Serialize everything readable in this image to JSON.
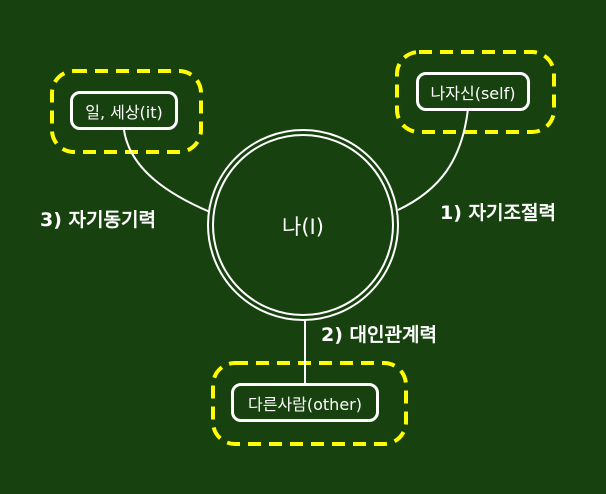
{
  "center": {
    "label": "나(I)"
  },
  "nodes": {
    "self": {
      "label": "나자신(self)"
    },
    "world": {
      "label": "일, 세상(it)"
    },
    "other": {
      "label": "다른사람(other)"
    }
  },
  "relations": {
    "self_control": "1) 자기조절력",
    "interpersonal": "2) 대인관계력",
    "motivation": "3) 자기동기력"
  },
  "colors": {
    "background": "#17420f",
    "highlight_dash": "#ffff00",
    "line": "#ffffff"
  }
}
